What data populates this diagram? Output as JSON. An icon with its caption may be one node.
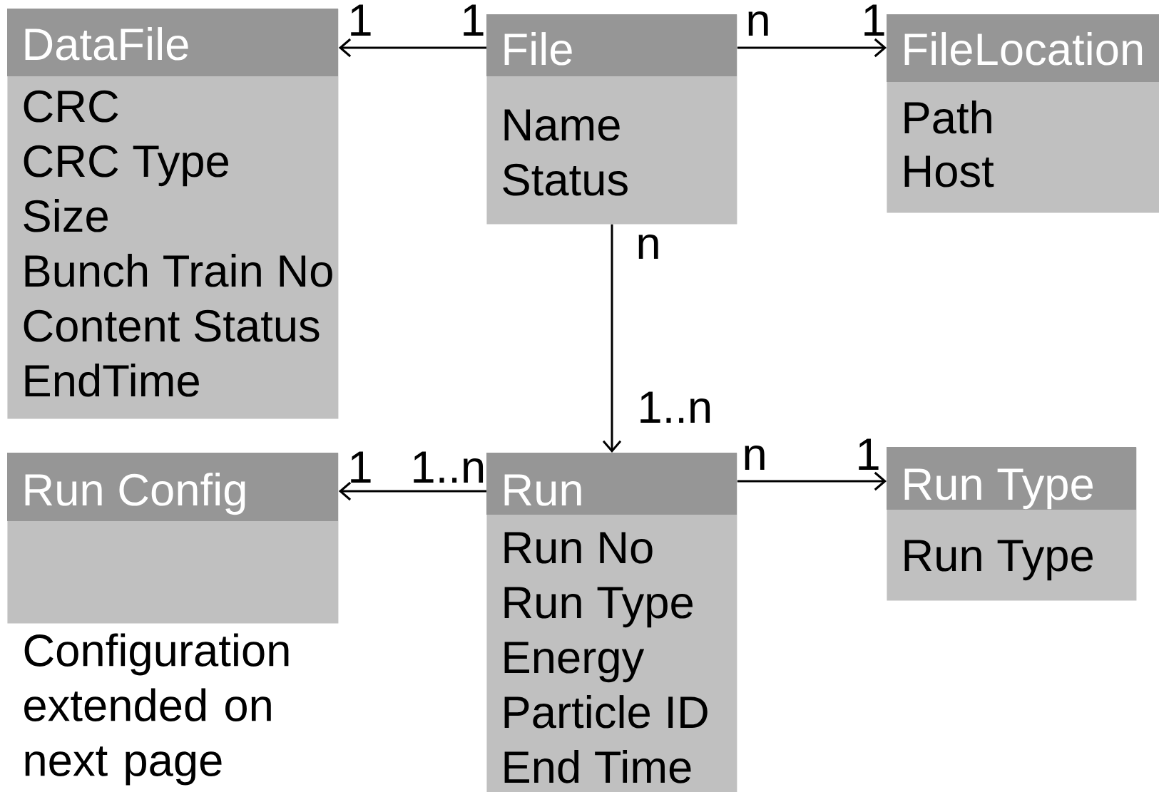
{
  "diagram": {
    "nodes": [
      {
        "text": [
          "DataFile",
          "CRC",
          "CRC Type",
          "Size",
          "Bunch Train No",
          "Content Status",
          "EndTime"
        ]
      },
      {
        "text": [
          "File",
          "Name",
          "Status"
        ]
      },
      {
        "text": [
          "FileLocation",
          "Path",
          "Host"
        ]
      },
      {
        "text": [
          "Run Config"
        ]
      },
      {
        "text": [
          "Run",
          "Run No",
          "Run Type",
          "Energy",
          "Particle ID",
          "End Time"
        ]
      },
      {
        "text": [
          "Run Type",
          "Run Type"
        ]
      }
    ],
    "edges": [
      {
        "from": 1,
        "to": 0,
        "arrow": "to"
      },
      {
        "from": 1,
        "to": 2,
        "arrow": "to"
      },
      {
        "from": 1,
        "to": 4,
        "arrow": "to"
      },
      {
        "from": 4,
        "to": 3,
        "arrow": "to"
      },
      {
        "from": 4,
        "to": 5,
        "arrow": "to"
      }
    ],
    "labels": [
      "1",
      "1",
      "n",
      "1",
      "n",
      "1..n",
      "1",
      "1..n",
      "n",
      "1",
      "Configuration extended on next page"
    ]
  }
}
